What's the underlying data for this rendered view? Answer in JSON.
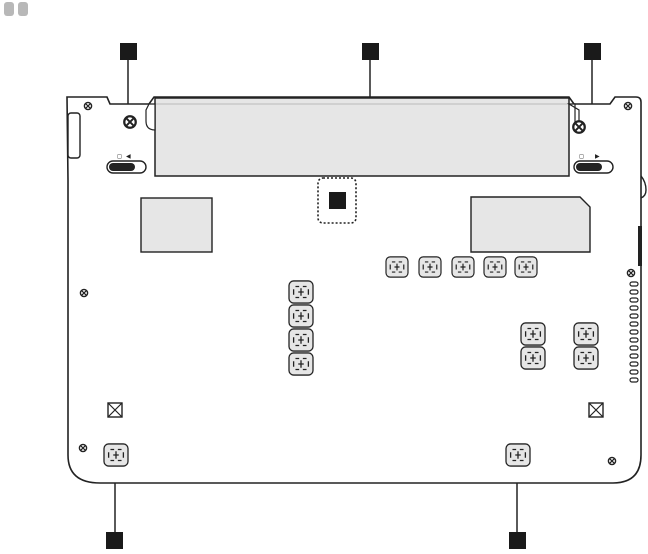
{
  "header": {
    "page_indicator": [
      "dot-1",
      "dot-2"
    ],
    "indicator_color": "#b8b8b8"
  },
  "diagram": {
    "subject": "laptop-bottom-view",
    "callout_markers": [
      {
        "id": "callout-1",
        "target": "battery-latch-manual-left"
      },
      {
        "id": "callout-2",
        "target": "battery-pack"
      },
      {
        "id": "callout-3",
        "target": "battery-latch-spring-loaded-right"
      },
      {
        "id": "callout-4",
        "target": "memory-module-compartment"
      },
      {
        "id": "callout-5",
        "target": "speaker-left"
      },
      {
        "id": "callout-6",
        "target": "speaker-right"
      }
    ],
    "colors": {
      "line": "#222222",
      "marker_fill": "#1a1a1a",
      "shade": "#e6e6e6",
      "panel": "#ffffff"
    },
    "icons": [
      "screw-icon",
      "lock-icon",
      "unlock-icon",
      "vent-icon",
      "rubber-foot-icon"
    ]
  }
}
